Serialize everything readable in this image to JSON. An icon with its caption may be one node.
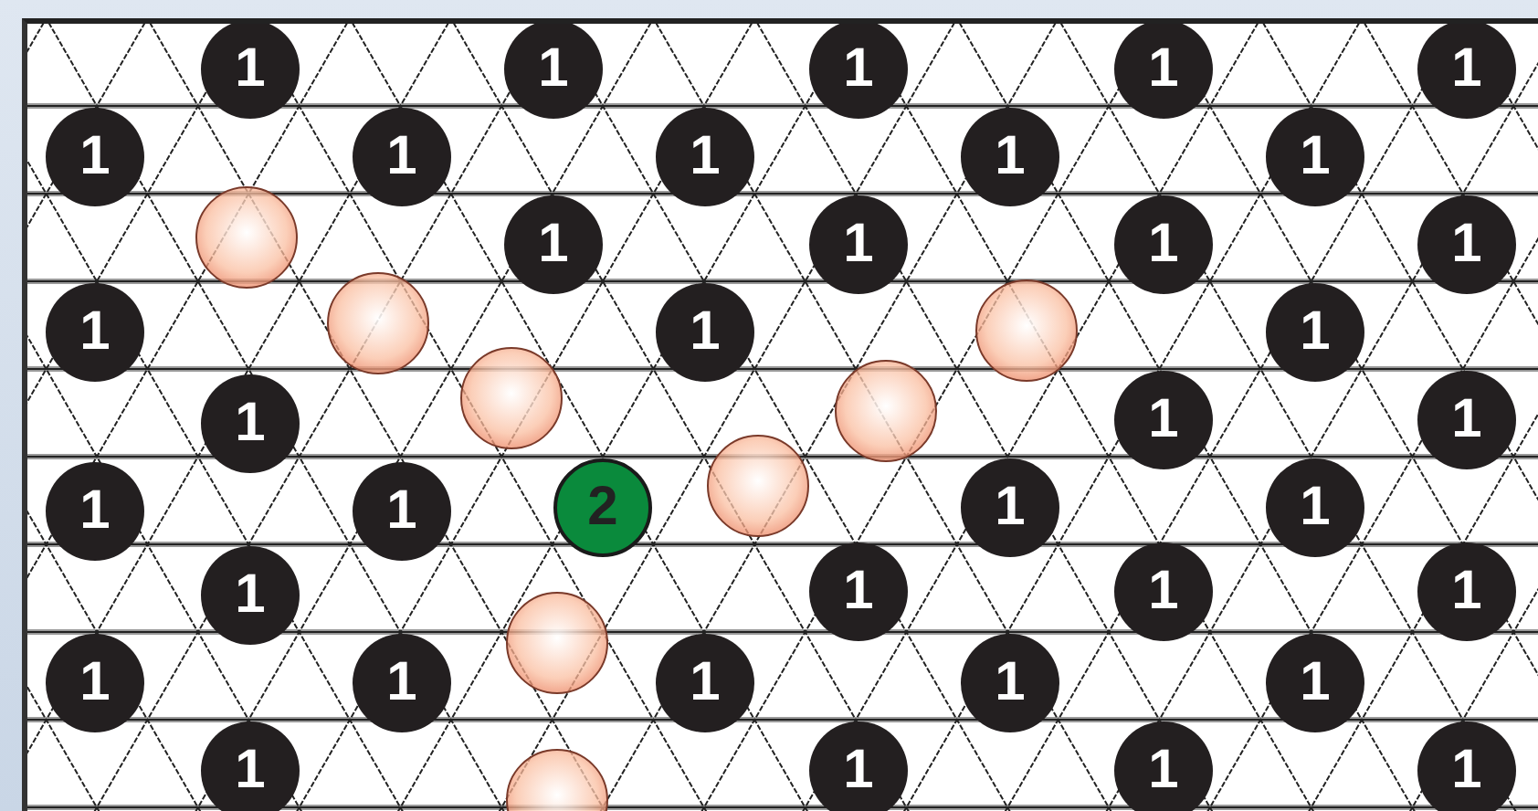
{
  "diagram": {
    "nodes": [
      {
        "text": [
          "1"
        ]
      },
      {
        "text": [
          "1"
        ]
      },
      {
        "text": [
          "1"
        ]
      },
      {
        "text": [
          "1"
        ]
      },
      {
        "text": [
          "1"
        ]
      },
      {
        "text": [
          "1"
        ]
      },
      {
        "text": [
          "1"
        ]
      },
      {
        "text": [
          "1"
        ]
      },
      {
        "text": [
          "1"
        ]
      },
      {
        "text": [
          "1"
        ]
      },
      {
        "text": [],
        "shape": "circle"
      },
      {
        "text": [
          "1"
        ]
      },
      {
        "text": [
          "1"
        ]
      },
      {
        "text": [
          "1"
        ]
      },
      {
        "text": [
          "1"
        ]
      },
      {
        "text": [
          "1"
        ]
      },
      {
        "text": [],
        "shape": "circle"
      },
      {
        "text": [
          "1"
        ]
      },
      {
        "text": [],
        "shape": "circle"
      },
      {
        "text": [
          "1"
        ]
      },
      {
        "text": [
          "1"
        ]
      },
      {
        "text": [],
        "shape": "circle"
      },
      {
        "text": [],
        "shape": "circle"
      },
      {
        "text": [
          "1"
        ]
      },
      {
        "text": [
          "1"
        ]
      },
      {
        "text": [
          "1"
        ]
      },
      {
        "text": [
          "1"
        ]
      },
      {
        "text": [
          "2"
        ]
      },
      {
        "text": [],
        "shape": "circle"
      },
      {
        "text": [
          "1"
        ]
      },
      {
        "text": [
          "1"
        ]
      },
      {
        "text": [
          "1"
        ]
      },
      {
        "text": [],
        "shape": "circle"
      },
      {
        "text": [
          "1"
        ]
      },
      {
        "text": [
          "1"
        ]
      },
      {
        "text": [
          "1"
        ]
      },
      {
        "text": [
          "1"
        ]
      },
      {
        "text": [
          "1"
        ]
      },
      {
        "text": [
          "1"
        ]
      },
      {
        "text": [
          "1"
        ]
      },
      {
        "text": [
          "1"
        ]
      },
      {
        "text": [
          "1"
        ]
      },
      {
        "text": [],
        "shape": "circle"
      },
      {
        "text": [
          "1"
        ]
      },
      {
        "text": [
          "1"
        ]
      },
      {
        "text": [
          "1"
        ]
      }
    ]
  }
}
